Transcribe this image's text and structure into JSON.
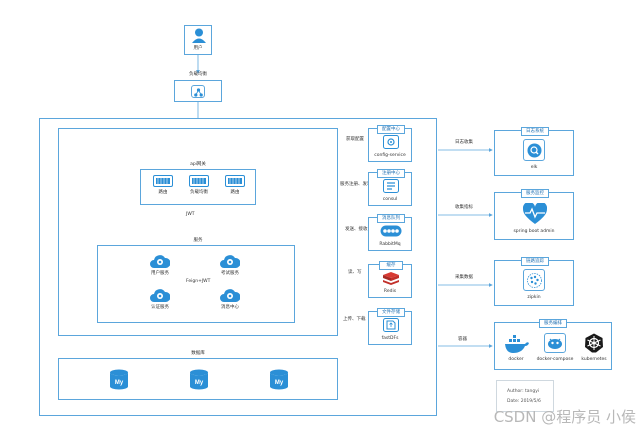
{
  "user": {
    "label": "用户"
  },
  "load_balancer": {
    "label": "负载均衡"
  },
  "gateway": {
    "title": "api网关",
    "items": [
      "路由",
      "负载均衡",
      "路由"
    ]
  },
  "jwt_label": "JWT",
  "services": {
    "title": "服务",
    "items": [
      "用户服务",
      "考试服务",
      "认证服务",
      "消息中心"
    ],
    "feign_label": "Feign+JWT"
  },
  "database": {
    "title": "数据库",
    "icon_text": "My"
  },
  "middleware": [
    {
      "tag": "配置中心",
      "label": "config-service",
      "edge": "获取配置"
    },
    {
      "tag": "注册中心",
      "label": "consul",
      "edge": "服务注册、发现"
    },
    {
      "tag": "消息队列",
      "label": "RabbitMq",
      "edge": "发送、接收"
    },
    {
      "tag": "缓存",
      "label": "Redis",
      "edge": "读、写"
    },
    {
      "tag": "文件存储",
      "label": "fastDFs",
      "edge": "上传、下载"
    }
  ],
  "right_panels": [
    {
      "tag": "日志系统",
      "label": "elk",
      "edge": "日志收集"
    },
    {
      "tag": "服务监控",
      "label": "spring boot admin",
      "edge": "收集指标"
    },
    {
      "tag": "链路追踪",
      "label": "zipkin",
      "edge": "采集数据"
    }
  ],
  "deploy": {
    "tag": "服务编排",
    "edge": "容器",
    "items": [
      "docker",
      "docker-compose",
      "kubernetes"
    ]
  },
  "meta": {
    "author": "Author: tangyi",
    "date": "Date: 2019/5/6"
  },
  "watermark": "CSDN @程序员 小侯",
  "colors": {
    "line": "#5ba6dc",
    "accent": "#1f7fc8",
    "icon_blue": "#2b8fd6"
  }
}
